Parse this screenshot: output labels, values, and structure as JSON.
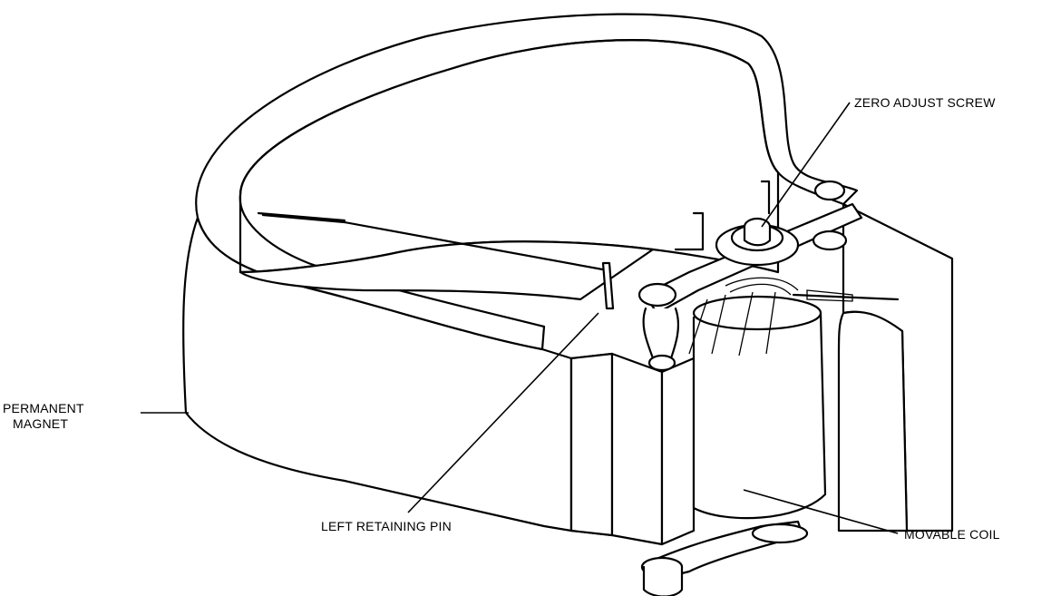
{
  "diagram": {
    "labels": {
      "zero_adjust": "ZERO ADJUST SCREW",
      "permanent_magnet_line1": "PERMANENT",
      "permanent_magnet_line2": "MAGNET",
      "left_retaining_pin": "LEFT RETAINING PIN",
      "movable_coil": "MOVABLE COIL"
    }
  }
}
